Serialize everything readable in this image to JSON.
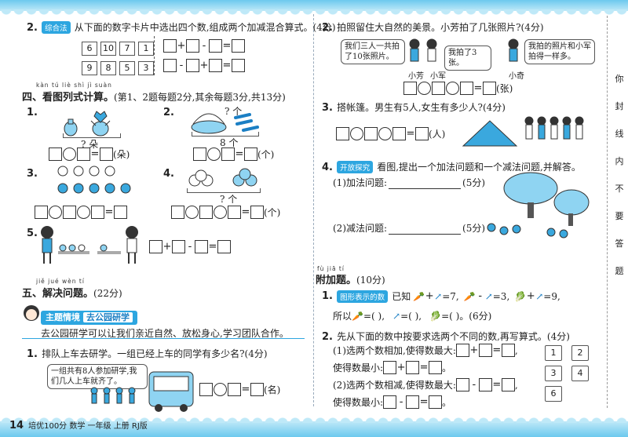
{
  "left": {
    "q2": {
      "num": "2.",
      "tag": "综合法",
      "text": "从下面的数字卡片中选出四个数,组成两个加减混合算式。(4分)",
      "cards_row1": [
        "6",
        "10",
        "7",
        "1"
      ],
      "cards_row2": [
        "9",
        "8",
        "5",
        "3"
      ],
      "ops1": [
        "+",
        "-",
        "="
      ],
      "ops2": [
        "-",
        "+",
        "="
      ]
    },
    "sec4": {
      "pinyin": "kàn tú liè shì jì suàn",
      "title": "四、看图列式计算。",
      "note": "(第1、2题每题2分,其余每题3分,共13分)"
    },
    "p1": {
      "num": "1.",
      "label": "? 朵",
      "unit": "(朵)"
    },
    "p2": {
      "num": "2.",
      "q": "? 个",
      "total": "8 个",
      "unit": "(个)"
    },
    "p3": {
      "num": "3."
    },
    "p4": {
      "num": "4.",
      "q": "? 个",
      "unit": "(个)"
    },
    "p5": {
      "num": "5."
    },
    "sec5": {
      "pinyin": "jiě jué wèn tí",
      "title": "五、解决问题。",
      "note": "(22分)"
    },
    "theme": {
      "label": "主题情境",
      "name": "去公园研学"
    },
    "theme_text": "去公园研学可以让我们亲近自然、放松身心,学习团队合作。",
    "s1": {
      "num": "1.",
      "text": "排队上车去研学。一组已经上车的同学有多少名?(4分)",
      "bubble": "一组共有8人参加研学,我们几人上车就齐了。",
      "unit": "(名)"
    }
  },
  "right": {
    "s2": {
      "num": "2.",
      "text": "拍照留住大自然的美景。小芳拍了几张照片?(4分)",
      "b1": "我们三人一共拍了10张照片。",
      "b2": "我拍了3张。",
      "b3": "我拍的照片和小军拍得一样多。",
      "n1": "小芳",
      "n2": "小军",
      "n3": "小奇",
      "unit": "(张)"
    },
    "s3": {
      "num": "3.",
      "text": "搭帐篷。男生有5人,女生有多少人?(4分)",
      "unit": "(人)"
    },
    "s4": {
      "num": "4.",
      "tag": "开放探究",
      "text": "看图,提出一个加法问题和一个减法问题,并解答。",
      "a": "(1)加法问题:",
      "b": "(2)减法问题:",
      "score": "(5分)"
    },
    "bonus": {
      "pinyin": "fù jiā tí",
      "title": "附加题。",
      "note": "(10分)"
    },
    "b1": {
      "num": "1.",
      "tag": "图形表示的数",
      "t1": "已知",
      "e1": "=7,",
      "e2": "=3,",
      "e3": "=9,",
      "so": "所以",
      "eq": "=(   ),",
      "eq3": "=(   )。(6分)"
    },
    "b2": {
      "num": "2.",
      "text": "先从下面的数中按要求选两个不同的数,再写算式。(4分)",
      "a": "(1)选两个数相加,使得数最大:",
      "a2": "使得数最小:",
      "b": "(2)选两个数相减,使得数最大:",
      "b2": "使得数最小:",
      "cards": [
        "1",
        "2",
        "3",
        "4",
        "6"
      ]
    }
  },
  "binding": [
    "你",
    "封",
    "线",
    "内",
    "不",
    "要",
    "答",
    "题"
  ],
  "footer": {
    "page": "14",
    "text": "培优100分  数学  一年级  上册  RJ版"
  }
}
